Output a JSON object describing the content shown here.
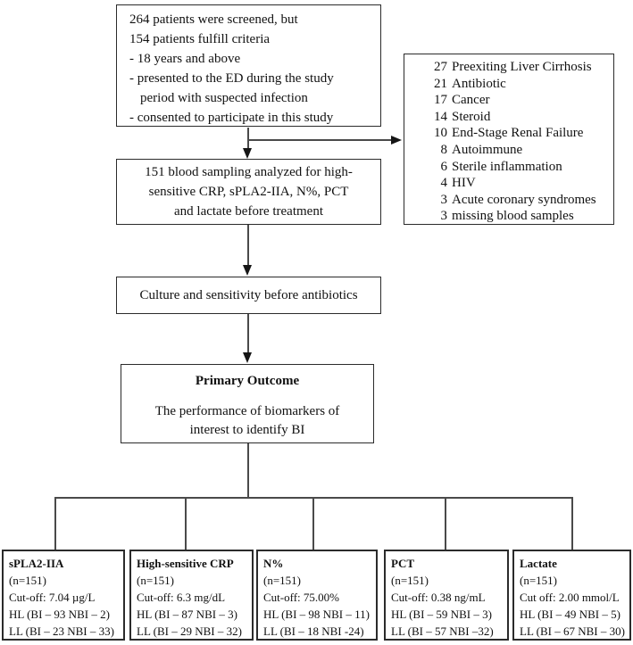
{
  "colors": {
    "background": "#ffffff",
    "box_border": "#2b2b2b",
    "connector": "#4a4a4a",
    "text": "#111111"
  },
  "screening": {
    "lines": [
      "264 patients were screened, but",
      "154 patients fulfill criteria",
      "- 18 years and above",
      "- presented to the ED during the study",
      "period with suspected infection",
      "- consented to participate in this study"
    ]
  },
  "exclusions": {
    "items": [
      {
        "count": "27",
        "label": "Preexiting Liver Cirrhosis"
      },
      {
        "count": "21",
        "label": "Antibiotic"
      },
      {
        "count": "17",
        "label": "Cancer"
      },
      {
        "count": "14",
        "label": "Steroid"
      },
      {
        "count": "10",
        "label": "End-Stage Renal Failure"
      },
      {
        "count": "8",
        "label": "Autoimmune"
      },
      {
        "count": "6",
        "label": "Sterile inflammation"
      },
      {
        "count": "4",
        "label": "HIV"
      },
      {
        "count": "3",
        "label": "Acute coronary syndromes"
      },
      {
        "count": "3",
        "label": "missing blood samples"
      }
    ]
  },
  "blood_sampling": {
    "lines": [
      "151 blood sampling analyzed for high-",
      "sensitive CRP, sPLA2-IIA, N%, PCT",
      "and lactate before treatment"
    ]
  },
  "culture": {
    "text": "Culture and sensitivity before antibiotics"
  },
  "outcome": {
    "title": "Primary Outcome",
    "lines": [
      "The performance of biomarkers of",
      "interest to identify BI"
    ]
  },
  "biomarkers": [
    {
      "title": "sPLA2-IIA",
      "n": "(n=151)",
      "cutoff": "Cut-off: 7.04 µg/L",
      "hl": "HL (BI – 93 NBI – 2)",
      "ll": "LL (BI – 23 NBI – 33)"
    },
    {
      "title": "High-sensitive CRP",
      "n": "(n=151)",
      "cutoff": "Cut-off: 6.3 mg/dL",
      "hl": "HL (BI – 87 NBI – 3)",
      "ll": "LL (BI – 29 NBI – 32)"
    },
    {
      "title": "N%",
      "n": "(n=151)",
      "cutoff": "Cut-off: 75.00%",
      "hl": "HL (BI – 98 NBI – 11)",
      "ll": "LL (BI – 18 NBI -24)"
    },
    {
      "title": "PCT",
      "n": "(n=151)",
      "cutoff": "Cut-off: 0.38 ng/mL",
      "hl": "HL (BI – 59 NBI – 3)",
      "ll": "LL (BI – 57 NBI –32)"
    },
    {
      "title": "Lactate",
      "n": "(n=151)",
      "cutoff": "Cut off: 2.00 mmol/L",
      "hl": "HL (BI – 49 NBI – 5)",
      "ll": "LL (BI – 67 NBI – 30)"
    }
  ]
}
